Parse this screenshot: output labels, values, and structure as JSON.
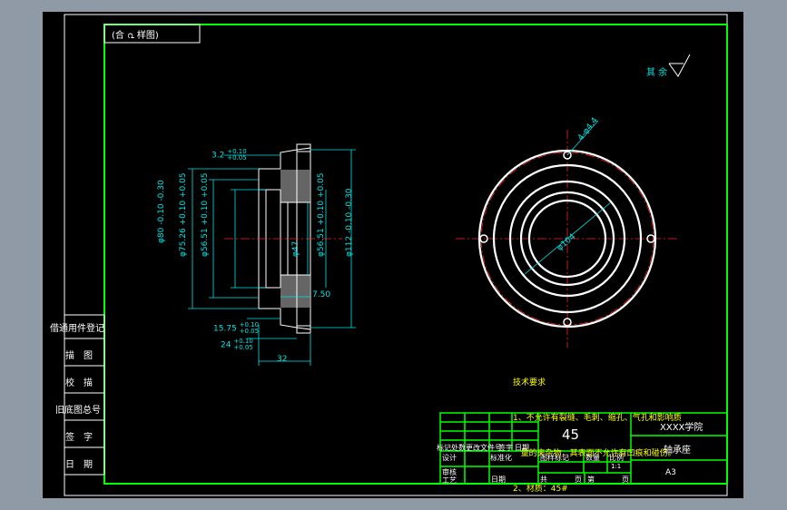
{
  "drawing": {
    "corner_tag": "(合 ൨ 样图)",
    "surface_finish": "其 余",
    "side_labels": [
      "借通用件登记",
      "描　图",
      "校　描",
      "旧底图总号",
      "签　字",
      "日　期"
    ],
    "dimensions": {
      "d1": "3.2",
      "d1_tol_upper": "+0.10",
      "d1_tol_lower": "+0.05",
      "d_front_80": "φ80",
      "d_front_80_tol": "-0.10 -0.30",
      "d_75": "φ75.26",
      "d_75_tol": "+0.10 +0.05",
      "d_56_left": "φ56.51",
      "d_56_left_tol": "+0.10 +0.05",
      "d_47": "φ47",
      "d_56_right": "φ56.51",
      "d_56_right_tol": "+0.10 +0.05",
      "d_112": "φ112",
      "d_112_tol": "-0.10 -0.30",
      "depth_7_5": "7.50",
      "w_15": "15.75",
      "w_15_tol_upper": "+0.10",
      "w_15_tol_lower": "+0.05",
      "w_24": "24",
      "w_24_tol_upper": "+0.10",
      "w_24_tol_lower": "+0.05",
      "w_32": "32",
      "holes": "4-φ4.4",
      "bolt_circle": "φ104"
    },
    "tech_notes": {
      "title": "技术要求",
      "items": [
        "1、不允许有裂缝、毛刺、缩孔、气孔和影响质",
        "   量的夹杂物，其表面不允许有凹痕和碰伤。",
        "2、材质：45#"
      ]
    },
    "title_block": {
      "material": "45",
      "school": "XXXX学院",
      "part_name": "轴承座",
      "sheet_size": "A3",
      "scale": "1:1",
      "headers_left": [
        "标记",
        "处数",
        "更改文件号",
        "签字",
        "日期"
      ],
      "rows_left": [
        "设计",
        "标准化",
        "审核",
        "工艺",
        "日期"
      ],
      "headers_mid": [
        "图样标记",
        "数量",
        "比例"
      ],
      "sheet_label_total": "共",
      "sheet_label_page": "页",
      "sheet_label_nth": "第",
      "sheet_label_page2": "页"
    }
  },
  "colors": {
    "frame": "#00ff00",
    "geometry": "#ffffff",
    "dimension": "#00e5e5",
    "centerline": "#ff2020",
    "background": "#000000"
  }
}
